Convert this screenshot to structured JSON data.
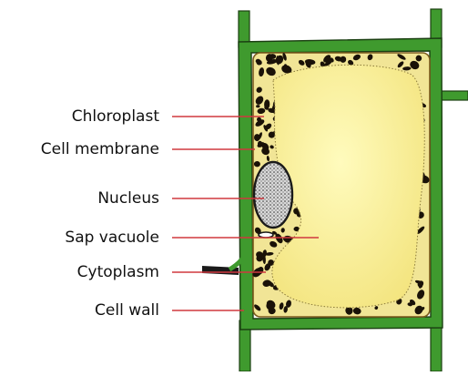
{
  "diagram": {
    "labels": {
      "chloroplast": "Chloroplast",
      "cell_membrane": "Cell membrane",
      "nucleus": "Nucleus",
      "sap_vacuole": "Sap vacuole",
      "cytoplasm": "Cytoplasm",
      "cell_wall": "Cell wall"
    }
  },
  "colors": {
    "cell_wall": "#3f9a2e",
    "cell_wall_outline": "#1b3f12",
    "cytoplasm": "#f3e79a",
    "sap_vacuole": "#fbf49a",
    "chloroplast": "#1a1208",
    "nucleus": "#8a8a8a",
    "label_line": "#d0383f"
  }
}
